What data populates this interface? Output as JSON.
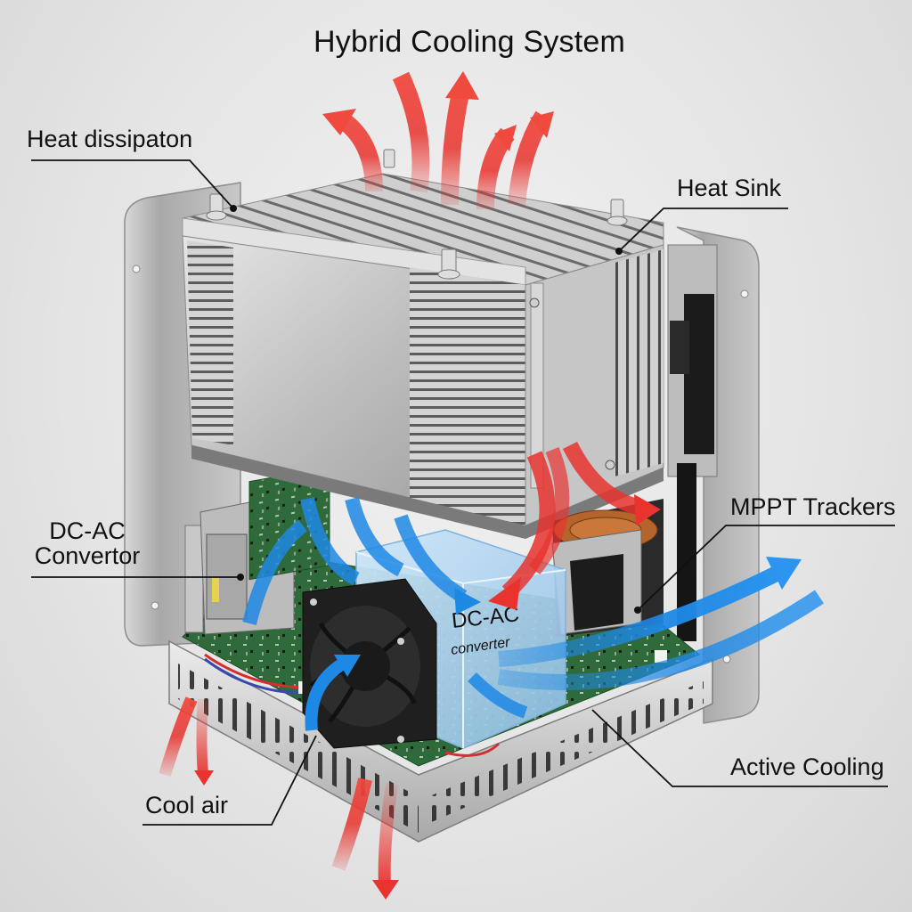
{
  "title": "Hybrid Cooling System",
  "labels": {
    "heat_dissipation": "Heat dissipaton",
    "heat_sink": "Heat Sink",
    "dc_ac_convertor_line1": "DC-AC",
    "dc_ac_convertor_line2": "Convertor",
    "mppt_trackers": "MPPT Trackers",
    "active_cooling": "Active Cooling",
    "cool_air": "Cool air"
  },
  "module_text": {
    "line1": "DC-AC",
    "line2": "converter"
  },
  "colors": {
    "hot_air": "#e8332e",
    "cool_air": "#1e88e5",
    "metal": "#c9c9c9",
    "pcb": "#2f6b3a",
    "fan": "#222222",
    "module_glass": "#a9d0f0",
    "leader_line": "#111111"
  },
  "components": [
    {
      "name": "Heat Sink",
      "label": "heat_sink"
    },
    {
      "name": "DC-AC Convertor",
      "label": "dc_ac_convertor"
    },
    {
      "name": "MPPT Trackers",
      "label": "mppt_trackers"
    },
    {
      "name": "Active Cooling (fan)",
      "label": "active_cooling"
    }
  ],
  "airflow": {
    "hot_exhaust_arrows": 5,
    "internal_hot_arrows": 3,
    "cool_air_arrows": 5,
    "bottom_intake_arrows": 4
  }
}
